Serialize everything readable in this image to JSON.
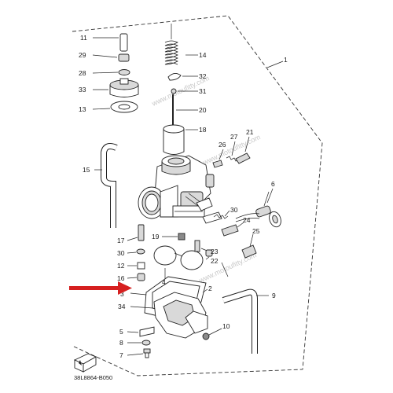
{
  "diagram": {
    "labels": {
      "p1": "1",
      "p2": "2",
      "p3": "3",
      "p4": "4",
      "p5": "5",
      "p6": "6",
      "p7": "7",
      "p8": "8",
      "p9": "9",
      "p10": "10",
      "p11": "11",
      "p12": "12",
      "p13": "13",
      "p14": "14",
      "p15": "15",
      "p16": "16",
      "p17": "17",
      "p18": "18",
      "p19": "19",
      "p20": "20",
      "p21": "21",
      "p22": "22",
      "p23": "23",
      "p24": "24",
      "p25": "25",
      "p26": "26",
      "p27": "27",
      "p28": "28",
      "p29": "29",
      "p30a": "30",
      "p30b": "30",
      "p31": "31",
      "p32": "32",
      "p33": "33",
      "p34": "34"
    },
    "drawing_code": "38L8864-B050",
    "watermark": "www.motoufitty.com",
    "colors": {
      "arrow": "#d62020",
      "line": "#222222"
    }
  }
}
